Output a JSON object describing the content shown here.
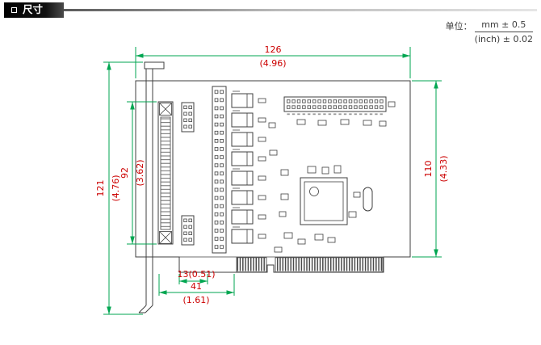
{
  "page": {
    "title": "尺寸"
  },
  "unit_note": {
    "label": "单位：",
    "mm": "mm ± 0.5",
    "inch": "(inch) ± 0.02"
  },
  "dimensions": {
    "width": {
      "mm": "126",
      "inch": "(4.96)"
    },
    "bracket_height": {
      "mm": "121",
      "inch": "(4.76)"
    },
    "connector_height": {
      "mm": "92",
      "inch": "(3.62)"
    },
    "board_height": {
      "mm": "110",
      "inch": "(4.33)"
    },
    "tab_width": {
      "combined": "13(0.51)"
    },
    "edge_offset": {
      "mm": "41",
      "inch": "(1.61)"
    }
  },
  "colors": {
    "dimension_line": "#00a651",
    "dimension_text": "#cc0000",
    "drawing_line": "#3f3f3f"
  }
}
